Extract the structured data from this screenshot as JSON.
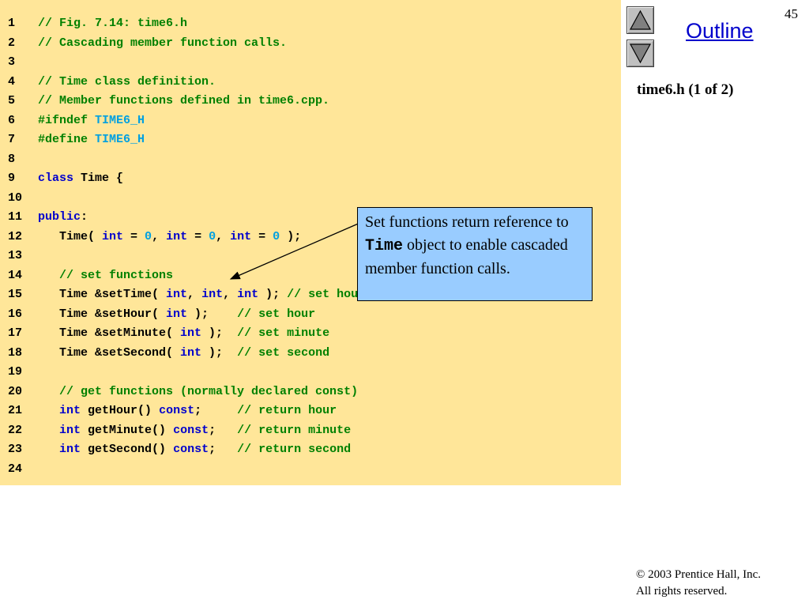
{
  "slide": {
    "page_number": "45",
    "outline_label": "Outline",
    "subtitle": "time6.h (1 of 2)",
    "copyright_line1": "© 2003 Prentice Hall, Inc.",
    "copyright_line2": "All rights reserved."
  },
  "nav": {
    "up_icon": "triangle-up-icon",
    "down_icon": "triangle-down-icon"
  },
  "callout": {
    "text_part1": "Set functions return reference to ",
    "text_code": "Time",
    "text_part2": " object to enable cascaded member function calls."
  },
  "colors": {
    "code_background": "#ffe699",
    "comment": "#008000",
    "keyword": "#0000cc",
    "number": "#00a0e0",
    "callout_background": "#99ccff",
    "outline_link": "#0000cc"
  },
  "code_lines": [
    {
      "n": "1",
      "tokens": [
        {
          "t": "// Fig. 7.14: time6.h",
          "c": "c"
        }
      ]
    },
    {
      "n": "2",
      "tokens": [
        {
          "t": "// Cascading member function calls.",
          "c": "c"
        }
      ]
    },
    {
      "n": "3",
      "tokens": []
    },
    {
      "n": "4",
      "tokens": [
        {
          "t": "// Time class definition.",
          "c": "c"
        }
      ]
    },
    {
      "n": "5",
      "tokens": [
        {
          "t": "// Member functions defined in time6.cpp.",
          "c": "c"
        }
      ]
    },
    {
      "n": "6",
      "tokens": [
        {
          "t": "#ifndef",
          "c": "m"
        },
        {
          "t": " ",
          "c": "p"
        },
        {
          "t": "TIME6_H",
          "c": "n"
        }
      ]
    },
    {
      "n": "7",
      "tokens": [
        {
          "t": "#define",
          "c": "m"
        },
        {
          "t": " ",
          "c": "p"
        },
        {
          "t": "TIME6_H",
          "c": "n"
        }
      ]
    },
    {
      "n": "8",
      "tokens": []
    },
    {
      "n": "9",
      "tokens": [
        {
          "t": "class",
          "c": "k"
        },
        {
          "t": " Time {",
          "c": "p"
        }
      ]
    },
    {
      "n": "10",
      "tokens": []
    },
    {
      "n": "11",
      "tokens": [
        {
          "t": "public",
          "c": "k"
        },
        {
          "t": ":",
          "c": "p"
        }
      ]
    },
    {
      "n": "12",
      "tokens": [
        {
          "t": "   Time( ",
          "c": "p"
        },
        {
          "t": "int",
          "c": "k"
        },
        {
          "t": " = ",
          "c": "p"
        },
        {
          "t": "0",
          "c": "n"
        },
        {
          "t": ", ",
          "c": "p"
        },
        {
          "t": "int",
          "c": "k"
        },
        {
          "t": " = ",
          "c": "p"
        },
        {
          "t": "0",
          "c": "n"
        },
        {
          "t": ", ",
          "c": "p"
        },
        {
          "t": "int",
          "c": "k"
        },
        {
          "t": " = ",
          "c": "p"
        },
        {
          "t": "0",
          "c": "n"
        },
        {
          "t": " );",
          "c": "p"
        }
      ]
    },
    {
      "n": "13",
      "tokens": []
    },
    {
      "n": "14",
      "tokens": [
        {
          "t": "   // set functions",
          "c": "c"
        }
      ]
    },
    {
      "n": "15",
      "tokens": [
        {
          "t": "   Time &setTime( ",
          "c": "p"
        },
        {
          "t": "int",
          "c": "k"
        },
        {
          "t": ", ",
          "c": "p"
        },
        {
          "t": "int",
          "c": "k"
        },
        {
          "t": ", ",
          "c": "p"
        },
        {
          "t": "int",
          "c": "k"
        },
        {
          "t": " ); ",
          "c": "p"
        },
        {
          "t": "// set hour, minute, second",
          "c": "c"
        }
      ]
    },
    {
      "n": "16",
      "tokens": [
        {
          "t": "   Time &setHour( ",
          "c": "p"
        },
        {
          "t": "int",
          "c": "k"
        },
        {
          "t": " );    ",
          "c": "p"
        },
        {
          "t": "// set hour",
          "c": "c"
        }
      ]
    },
    {
      "n": "17",
      "tokens": [
        {
          "t": "   Time &setMinute( ",
          "c": "p"
        },
        {
          "t": "int",
          "c": "k"
        },
        {
          "t": " );  ",
          "c": "p"
        },
        {
          "t": "// set minute",
          "c": "c"
        }
      ]
    },
    {
      "n": "18",
      "tokens": [
        {
          "t": "   Time &setSecond( ",
          "c": "p"
        },
        {
          "t": "int",
          "c": "k"
        },
        {
          "t": " );  ",
          "c": "p"
        },
        {
          "t": "// set second",
          "c": "c"
        }
      ]
    },
    {
      "n": "19",
      "tokens": []
    },
    {
      "n": "20",
      "tokens": [
        {
          "t": "   // get functions (normally declared const)",
          "c": "c"
        }
      ]
    },
    {
      "n": "21",
      "tokens": [
        {
          "t": "   ",
          "c": "p"
        },
        {
          "t": "int",
          "c": "k"
        },
        {
          "t": " getHour() ",
          "c": "p"
        },
        {
          "t": "const",
          "c": "k"
        },
        {
          "t": ";     ",
          "c": "p"
        },
        {
          "t": "// return hour",
          "c": "c"
        }
      ]
    },
    {
      "n": "22",
      "tokens": [
        {
          "t": "   ",
          "c": "p"
        },
        {
          "t": "int",
          "c": "k"
        },
        {
          "t": " getMinute() ",
          "c": "p"
        },
        {
          "t": "const",
          "c": "k"
        },
        {
          "t": ";   ",
          "c": "p"
        },
        {
          "t": "// return minute",
          "c": "c"
        }
      ]
    },
    {
      "n": "23",
      "tokens": [
        {
          "t": "   ",
          "c": "p"
        },
        {
          "t": "int",
          "c": "k"
        },
        {
          "t": " getSecond() ",
          "c": "p"
        },
        {
          "t": "const",
          "c": "k"
        },
        {
          "t": ";   ",
          "c": "p"
        },
        {
          "t": "// return second",
          "c": "c"
        }
      ]
    },
    {
      "n": "24",
      "tokens": []
    }
  ]
}
